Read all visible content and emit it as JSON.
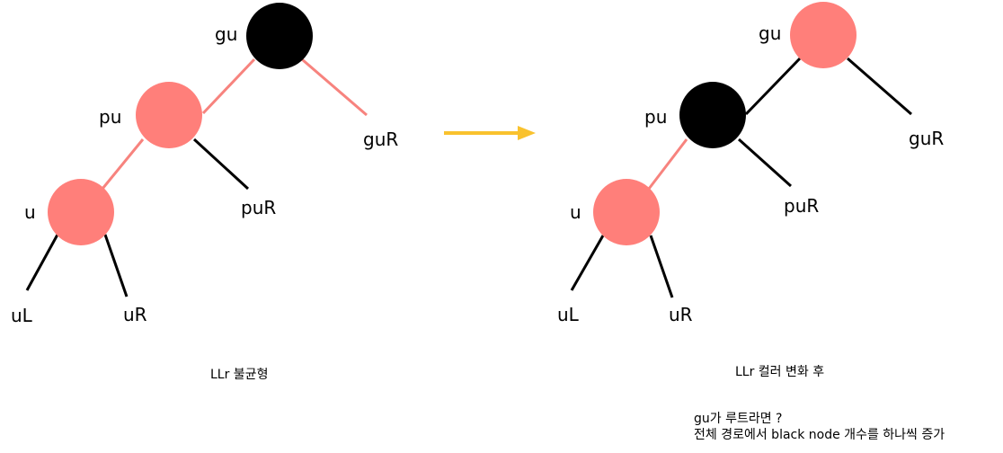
{
  "colors": {
    "black_node": "#000000",
    "red_node": "#ff7f7a",
    "red_edge": "#f7837e",
    "black_edge": "#000000",
    "arrow": "#f9c22e"
  },
  "left_tree": {
    "labels": {
      "gu": "gu",
      "pu": "pu",
      "u": "u",
      "guR": "guR",
      "puR": "puR",
      "uL": "uL",
      "uR": "uR"
    },
    "caption": "LLr 불균형"
  },
  "right_tree": {
    "labels": {
      "gu": "gu",
      "pu": "pu",
      "u": "u",
      "guR": "guR",
      "puR": "puR",
      "uL": "uL",
      "uR": "uR"
    },
    "caption": "LLr 컬러 변화 후"
  },
  "notes": {
    "line1": "gu가 루트라면 ?",
    "line2": "전체 경로에서 black node 개수를 하나씩 증가"
  }
}
